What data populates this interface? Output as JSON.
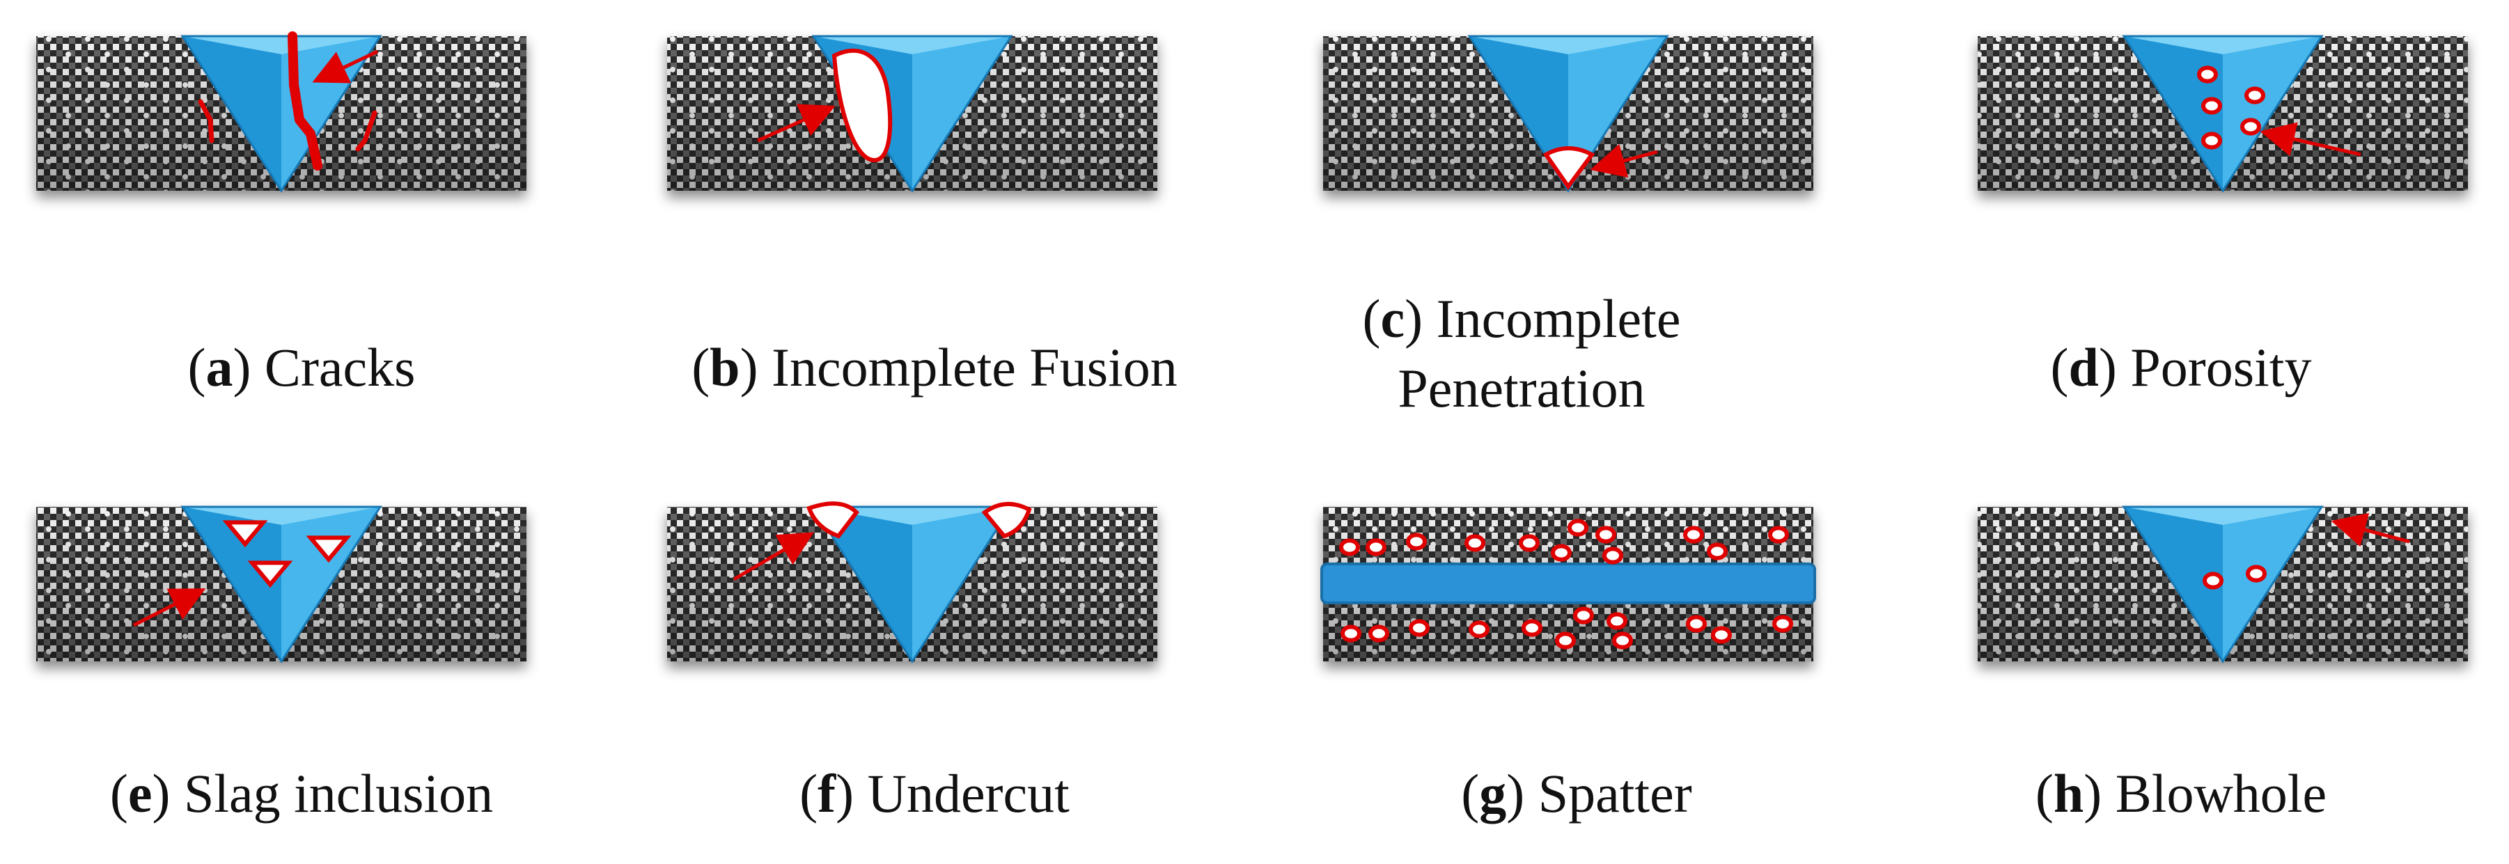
{
  "colors": {
    "plate_dark": "#3a3a3a",
    "plate_light": "#ffffff",
    "weld": "#3aaee6",
    "defect": "#e00000",
    "void_fill": "#ffffff"
  },
  "panels": [
    {
      "id": "a",
      "letter": "a",
      "label": "Cracks",
      "defect": "cracks"
    },
    {
      "id": "b",
      "letter": "b",
      "label": "Incomplete Fusion",
      "defect": "incomplete-fusion"
    },
    {
      "id": "c",
      "letter": "c",
      "label": "Incomplete Penetration",
      "defect": "incomplete-penetration"
    },
    {
      "id": "d",
      "letter": "d",
      "label": "Porosity",
      "defect": "porosity"
    },
    {
      "id": "e",
      "letter": "e",
      "label": "Slag inclusion",
      "defect": "slag-inclusion"
    },
    {
      "id": "f",
      "letter": "f",
      "label": "Undercut",
      "defect": "undercut"
    },
    {
      "id": "g",
      "letter": "g",
      "label": "Spatter",
      "defect": "spatter"
    },
    {
      "id": "h",
      "letter": "h",
      "label": "Blowhole",
      "defect": "blowhole"
    }
  ]
}
